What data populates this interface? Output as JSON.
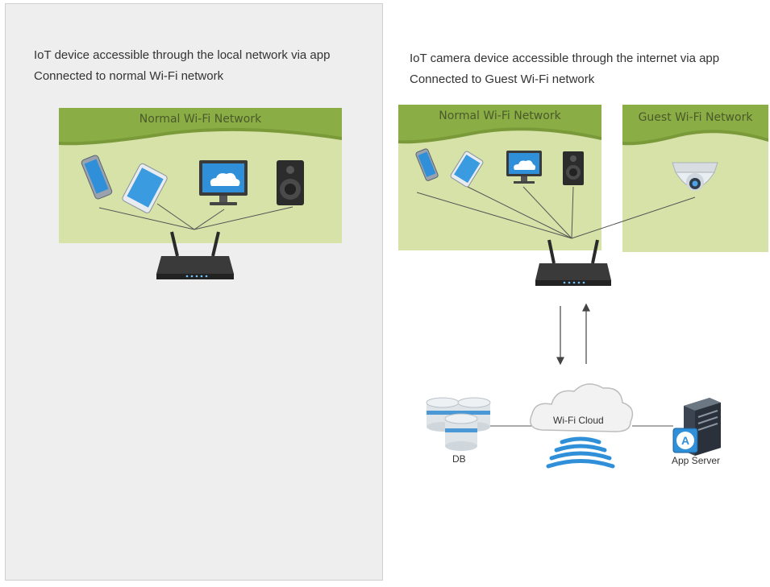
{
  "left_panel": {
    "caption_line1": "IoT device accessible through the local network via app",
    "caption_line2": "Connected to normal Wi-Fi network",
    "network_title": "Normal Wi-Fi Network",
    "devices": [
      "smartphone-icon",
      "tablet-icon",
      "monitor-icon",
      "speaker-icon",
      "router-icon"
    ]
  },
  "right_panel": {
    "caption_line1": "IoT camera device accessible through the internet via app",
    "caption_line2": "Connected to Guest Wi-Fi network",
    "normal_network_title": "Normal Wi-Fi Network",
    "guest_network_title": "Guest Wi-Fi Network",
    "cloud_label": "Wi-Fi Cloud",
    "db_label": "DB",
    "server_label": "App Server"
  },
  "colors": {
    "network_fill": "#d6e2a8",
    "banner_fill": "#7a9a3a",
    "panel_bg": "#eeeeee",
    "accent_blue": "#2f8fd8"
  }
}
